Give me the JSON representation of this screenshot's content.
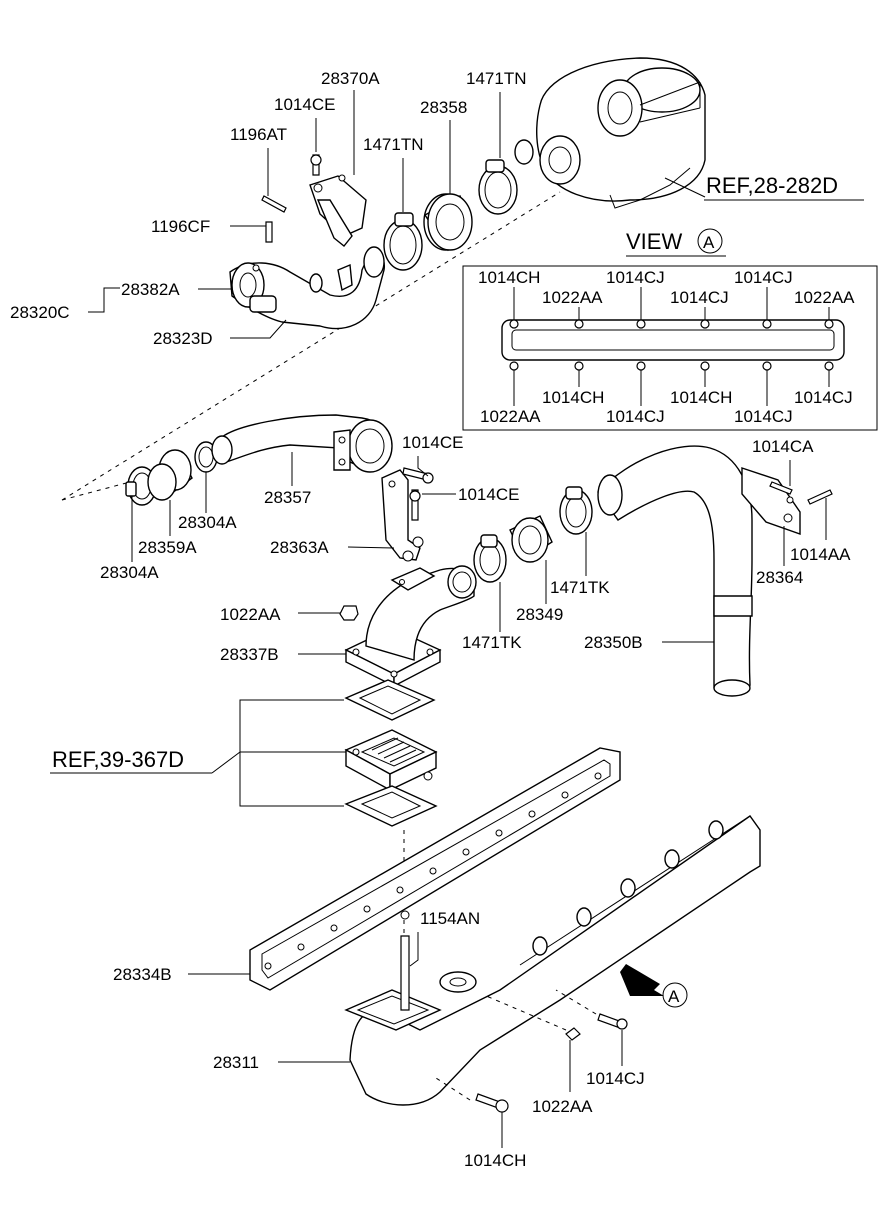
{
  "view": {
    "title": "VIEW",
    "marker": "A",
    "labels_top": [
      "1014CH",
      "1014CJ",
      "1014CJ",
      "1022AA",
      "1014CJ",
      "1022AA"
    ],
    "labels_bottom": [
      "1014CH",
      "1014CH",
      "1014CJ",
      "1022AA",
      "1014CJ",
      "1014CJ"
    ]
  },
  "refs": {
    "turbo": "REF,28-282D",
    "cooler": "REF,39-367D"
  },
  "arrow_marker": "A",
  "labels": {
    "p28370A": "28370A",
    "p1014CE_top": "1014CE",
    "p1471TN_a": "1471TN",
    "p28358": "28358",
    "p1471TN_b": "1471TN",
    "p1196AT": "1196AT",
    "p1196CF": "1196CF",
    "p28382A": "28382A",
    "p28320C": "28320C",
    "p28323D": "28323D",
    "p1014CE_b": "1014CE",
    "p1014CE_c": "1014CE",
    "p28357": "28357",
    "p28304A_a": "28304A",
    "p28359A": "28359A",
    "p28304A_b": "28304A",
    "p28363A": "28363A",
    "p1014CA": "1014CA",
    "p1014AA": "1014AA",
    "p28364": "28364",
    "p1471TK_a": "1471TK",
    "p28349": "28349",
    "p1471TK_b": "1471TK",
    "p28350B": "28350B",
    "p1022AA_a": "1022AA",
    "p28337B": "28337B",
    "p1154AN": "1154AN",
    "p28334B": "28334B",
    "p28311": "28311",
    "p1014CJ": "1014CJ",
    "p1022AA_b": "1022AA",
    "p1014CH": "1014CH"
  }
}
